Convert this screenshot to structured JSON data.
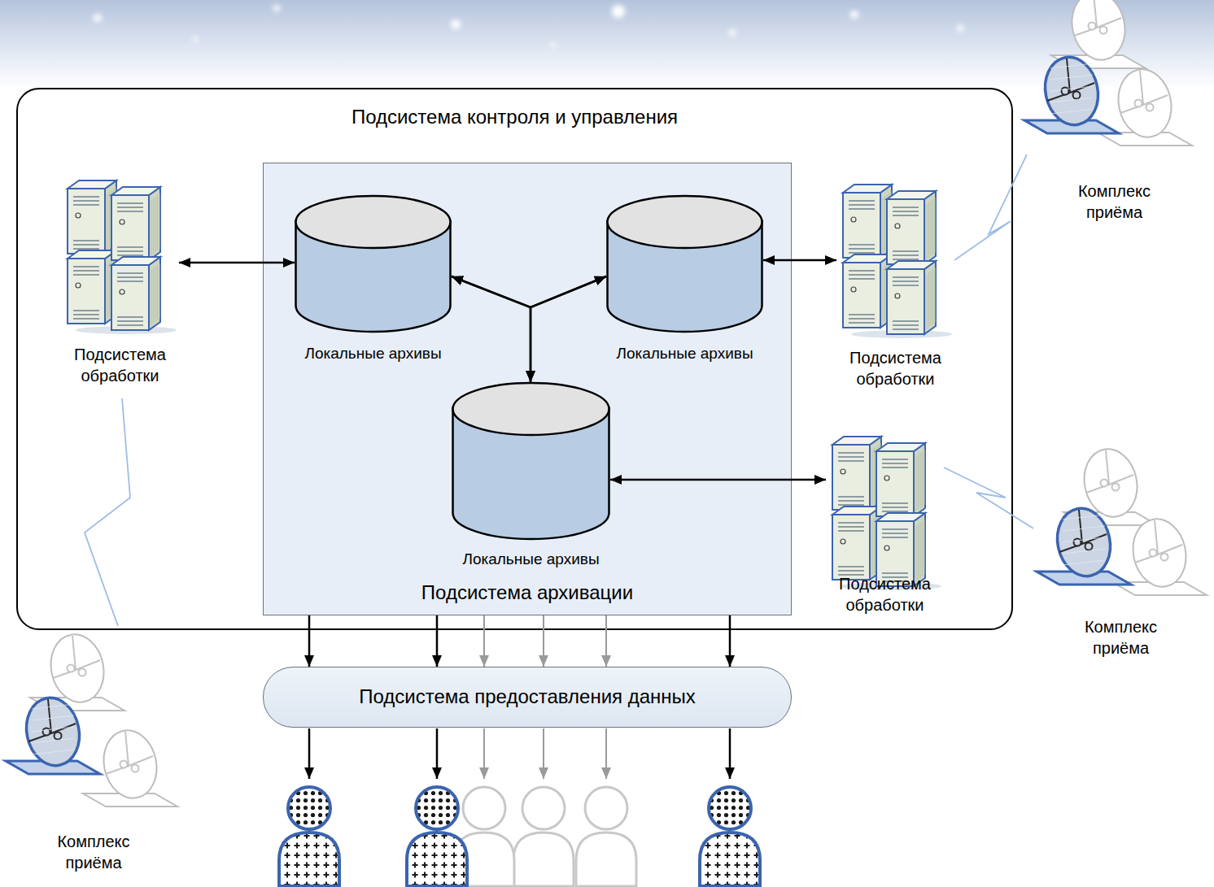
{
  "diagram": {
    "nodes": [
      {
        "text": [
          "Подсистема контроля и управления"
        ]
      },
      {
        "text": [
          "Подсистема обработки"
        ],
        "in": 0
      },
      {
        "text": [
          "Подсистема архивации"
        ],
        "in": 0
      },
      {
        "text": [
          "Локальные архивы"
        ],
        "in": 2
      },
      {
        "text": [
          "Локальные архивы"
        ],
        "in": 2
      },
      {
        "text": [
          "Подсистема обработки"
        ],
        "in": 0
      },
      {
        "text": [
          "Локальные архивы"
        ],
        "in": 2
      },
      {
        "text": [
          "Подсистема обработки"
        ],
        "in": 0
      },
      {
        "text": [
          "Комплекс приёма"
        ]
      },
      {
        "text": [
          "Комплекс приёма"
        ]
      },
      {
        "text": [
          "Подсистема предоставления данных"
        ]
      },
      {
        "text": [
          "Комплекс приёма"
        ]
      }
    ],
    "edges": [
      {
        "from": 1,
        "to": 3,
        "arrow": "both"
      },
      {
        "from": 4,
        "to": 5,
        "arrow": "both"
      },
      {
        "from": 6,
        "to": 7,
        "arrow": "both"
      },
      {
        "from": 3,
        "to": 4,
        "arrow": "both"
      },
      {
        "from": 3,
        "to": 6,
        "arrow": "both"
      },
      {
        "from": 4,
        "to": 6,
        "arrow": "both"
      },
      {
        "from": 8,
        "to": 5,
        "arrow": "none"
      },
      {
        "from": 9,
        "to": 7,
        "arrow": "none"
      },
      {
        "from": 11,
        "to": 1,
        "arrow": "none"
      },
      {
        "from": 2,
        "to": 10,
        "arrow": "to"
      },
      {
        "from": 2,
        "to": 10,
        "arrow": "to"
      },
      {
        "from": 2,
        "to": 10,
        "arrow": "to"
      },
      {
        "from": 2,
        "to": 10,
        "arrow": "to"
      },
      {
        "from": 2,
        "to": 10,
        "arrow": "to"
      },
      {
        "from": 2,
        "to": 10,
        "arrow": "to"
      }
    ]
  }
}
